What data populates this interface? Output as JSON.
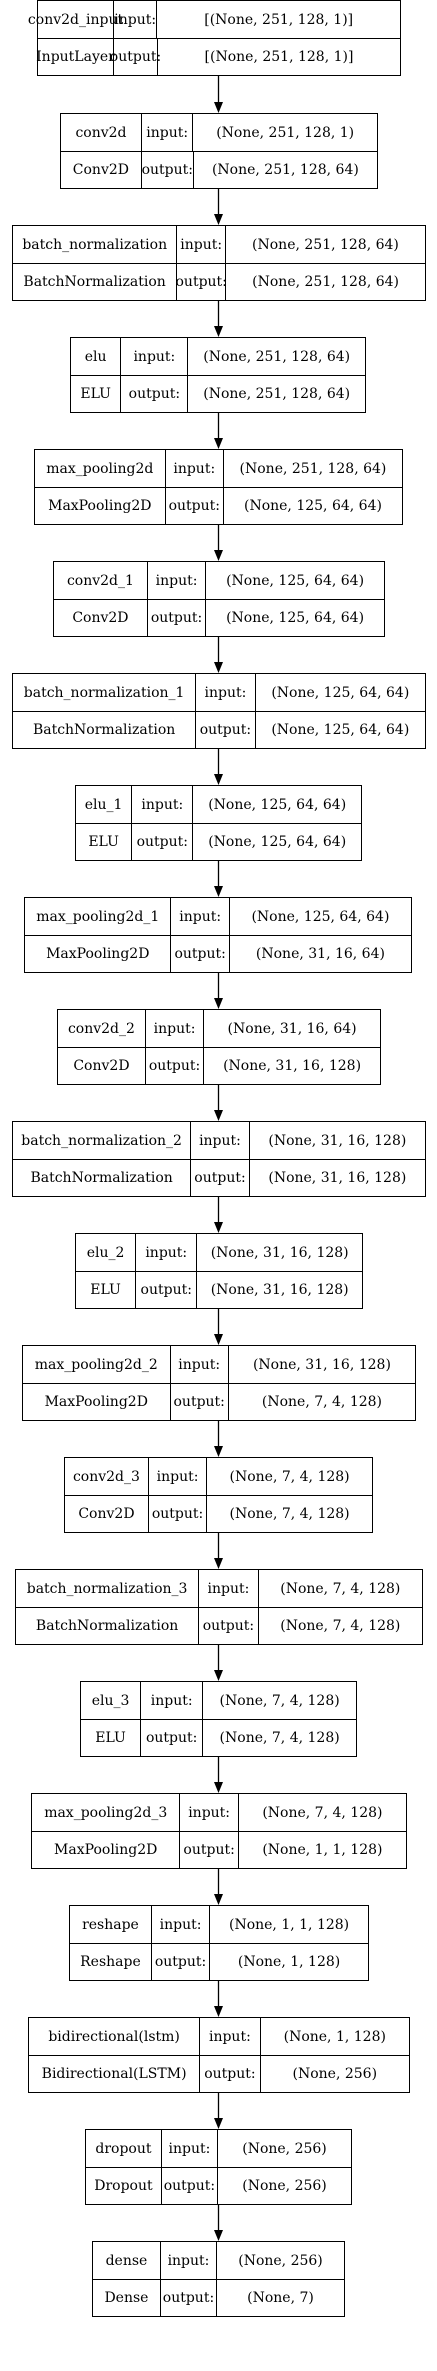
{
  "layers": [
    {
      "name": "conv2d_input",
      "type": "InputLayer",
      "input": "[(None, 251, 128, 1)]",
      "output": "[(None, 251, 128, 1)]"
    },
    {
      "name": "conv2d",
      "type": "Conv2D",
      "input": "(None, 251, 128, 1)",
      "output": "(None, 251, 128, 64)"
    },
    {
      "name": "batch_normalization",
      "type": "BatchNormalization",
      "input": "(None, 251, 128, 64)",
      "output": "(None, 251, 128, 64)"
    },
    {
      "name": "elu",
      "type": "ELU",
      "input": "(None, 251, 128, 64)",
      "output": "(None, 251, 128, 64)"
    },
    {
      "name": "max_pooling2d",
      "type": "MaxPooling2D",
      "input": "(None, 251, 128, 64)",
      "output": "(None, 125, 64, 64)"
    },
    {
      "name": "conv2d_1",
      "type": "Conv2D",
      "input": "(None, 125, 64, 64)",
      "output": "(None, 125, 64, 64)"
    },
    {
      "name": "batch_normalization_1",
      "type": "BatchNormalization",
      "input": "(None, 125, 64, 64)",
      "output": "(None, 125, 64, 64)"
    },
    {
      "name": "elu_1",
      "type": "ELU",
      "input": "(None, 125, 64, 64)",
      "output": "(None, 125, 64, 64)"
    },
    {
      "name": "max_pooling2d_1",
      "type": "MaxPooling2D",
      "input": "(None, 125, 64, 64)",
      "output": "(None, 31, 16, 64)"
    },
    {
      "name": "conv2d_2",
      "type": "Conv2D",
      "input": "(None, 31, 16, 64)",
      "output": "(None, 31, 16, 128)"
    },
    {
      "name": "batch_normalization_2",
      "type": "BatchNormalization",
      "input": "(None, 31, 16, 128)",
      "output": "(None, 31, 16, 128)"
    },
    {
      "name": "elu_2",
      "type": "ELU",
      "input": "(None, 31, 16, 128)",
      "output": "(None, 31, 16, 128)"
    },
    {
      "name": "max_pooling2d_2",
      "type": "MaxPooling2D",
      "input": "(None, 31, 16, 128)",
      "output": "(None, 7, 4, 128)"
    },
    {
      "name": "conv2d_3",
      "type": "Conv2D",
      "input": "(None, 7, 4, 128)",
      "output": "(None, 7, 4, 128)"
    },
    {
      "name": "batch_normalization_3",
      "type": "BatchNormalization",
      "input": "(None, 7, 4, 128)",
      "output": "(None, 7, 4, 128)"
    },
    {
      "name": "elu_3",
      "type": "ELU",
      "input": "(None, 7, 4, 128)",
      "output": "(None, 7, 4, 128)"
    },
    {
      "name": "max_pooling2d_3",
      "type": "MaxPooling2D",
      "input": "(None, 7, 4, 128)",
      "output": "(None, 1, 1, 128)"
    },
    {
      "name": "reshape",
      "type": "Reshape",
      "input": "(None, 1, 1, 128)",
      "output": "(None, 1, 128)"
    },
    {
      "name": "bidirectional(lstm)",
      "type": "Bidirectional(LSTM)",
      "input": "(None, 1, 128)",
      "output": "(None, 256)"
    },
    {
      "name": "dropout",
      "type": "Dropout",
      "input": "(None, 256)",
      "output": "(None, 256)"
    },
    {
      "name": "dense",
      "type": "Dense",
      "input": "(None, 256)",
      "output": "(None, 7)"
    }
  ],
  "labels": {
    "input": "input:",
    "output": "output:"
  }
}
